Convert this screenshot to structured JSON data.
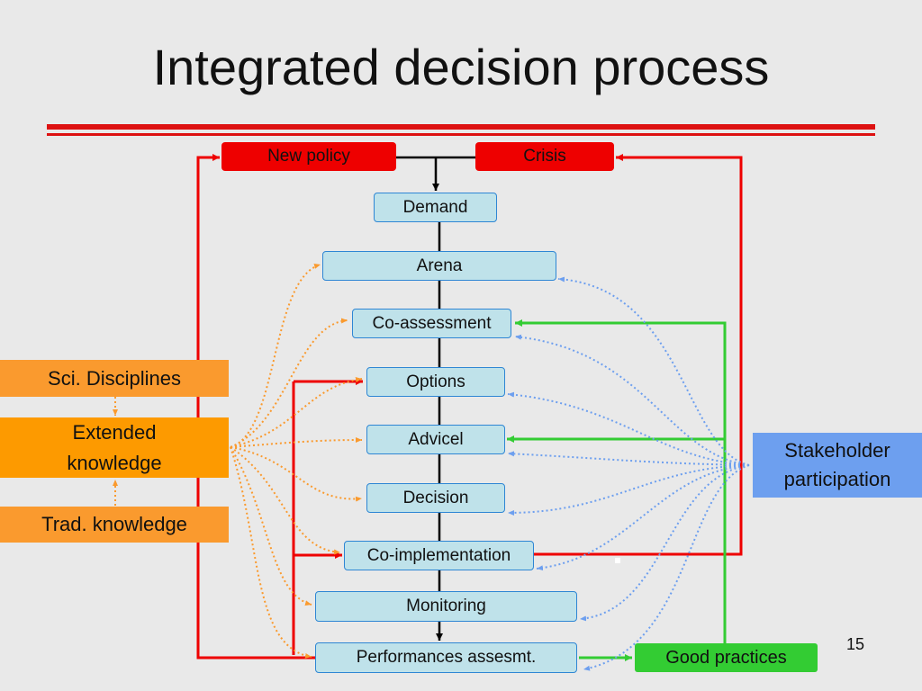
{
  "title": "Integrated decision process",
  "page_number": "15",
  "colors": {
    "red": "#ee0000",
    "green": "#33cc33",
    "orange": "#fa9a2e",
    "blue": "#6d9fef",
    "step_fill": "#bfe2ea",
    "step_border": "#2e86d4"
  },
  "triggers": {
    "new_policy": "New policy",
    "crisis": "Crisis"
  },
  "steps": {
    "demand": "Demand",
    "arena": "Arena",
    "co_assessment": "Co-assessment",
    "options": "Options",
    "advice": "Advicel",
    "decision": "Decision",
    "co_implementation": "Co-implementation",
    "monitoring": "Monitoring",
    "performance": "Performances assesmt."
  },
  "knowledge": {
    "sci_disciplines": "Sci. Disciplines",
    "extended": "Extended knowledge",
    "traditional": "Trad. knowledge"
  },
  "stakeholder": "Stakeholder participation",
  "good_practices": "Good practices"
}
